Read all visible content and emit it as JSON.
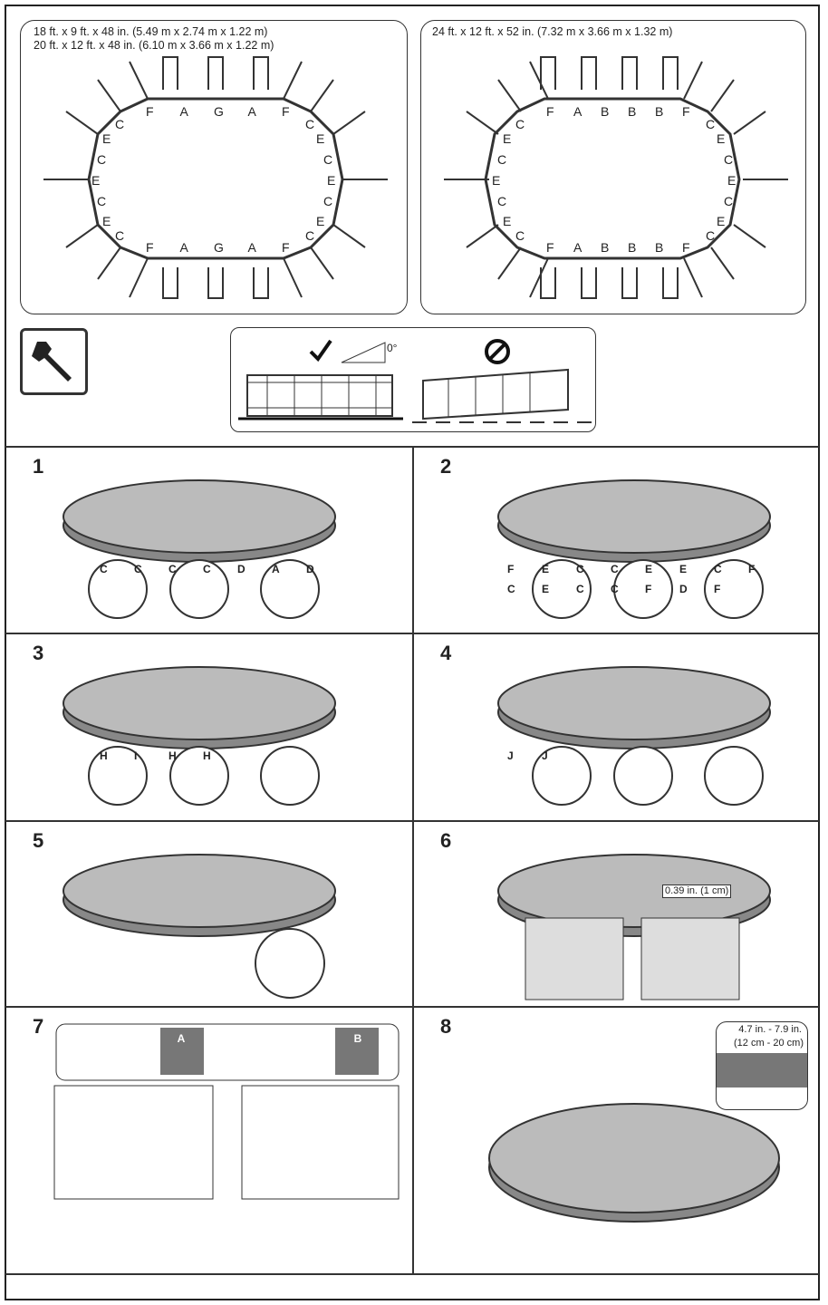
{
  "layouts": [
    {
      "sizes": [
        "18 ft. x 9 ft. x 48 in. (5.49 m x 2.74 m x 1.22 m)",
        "20 ft. x 12 ft. x 48 in. (6.10 m x 3.66 m x 1.22 m)"
      ],
      "top_labels": [
        "F",
        "A",
        "G",
        "A",
        "F"
      ],
      "bottom_labels": [
        "F",
        "A",
        "G",
        "A",
        "F"
      ],
      "left_labels": [
        "C",
        "E",
        "C",
        "E",
        "C",
        "E",
        "C"
      ],
      "right_labels": [
        "C",
        "E",
        "C",
        "E",
        "C",
        "E",
        "C"
      ]
    },
    {
      "sizes": [
        "24 ft. x 12 ft. x 52 in. (7.32 m x 3.66 m x 1.32 m)"
      ],
      "top_labels": [
        "F",
        "A",
        "B",
        "B",
        "B",
        "F"
      ],
      "bottom_labels": [
        "F",
        "A",
        "B",
        "B",
        "B",
        "F"
      ],
      "left_labels": [
        "C",
        "E",
        "C",
        "E",
        "C",
        "E",
        "C"
      ],
      "right_labels": [
        "C",
        "E",
        "C",
        "E",
        "C",
        "E",
        "C"
      ]
    }
  ],
  "level": {
    "angle": "0°",
    "ok_icon": "check-icon",
    "bad_icon": "prohibited-icon"
  },
  "steps": [
    {
      "n": "1",
      "labels": [
        "C",
        "C",
        "C",
        "C",
        "D",
        "A",
        "D"
      ]
    },
    {
      "n": "2",
      "labels": [
        "F",
        "E",
        "C",
        "C",
        "E",
        "E",
        "C",
        "F",
        "C",
        "E",
        "C",
        "C",
        "F",
        "D",
        "F"
      ]
    },
    {
      "n": "3",
      "labels": [
        "H",
        "I",
        "H",
        "H"
      ]
    },
    {
      "n": "4",
      "labels": [
        "J",
        "J"
      ]
    },
    {
      "n": "5",
      "labels": []
    },
    {
      "n": "6",
      "labels": [
        "0.39 in. (1 cm)"
      ]
    },
    {
      "n": "7",
      "labels": [
        "A",
        "B"
      ]
    },
    {
      "n": "8",
      "labels": [
        "4.7 in. - 7.9 in.",
        "(12 cm - 20 cm)"
      ]
    }
  ]
}
